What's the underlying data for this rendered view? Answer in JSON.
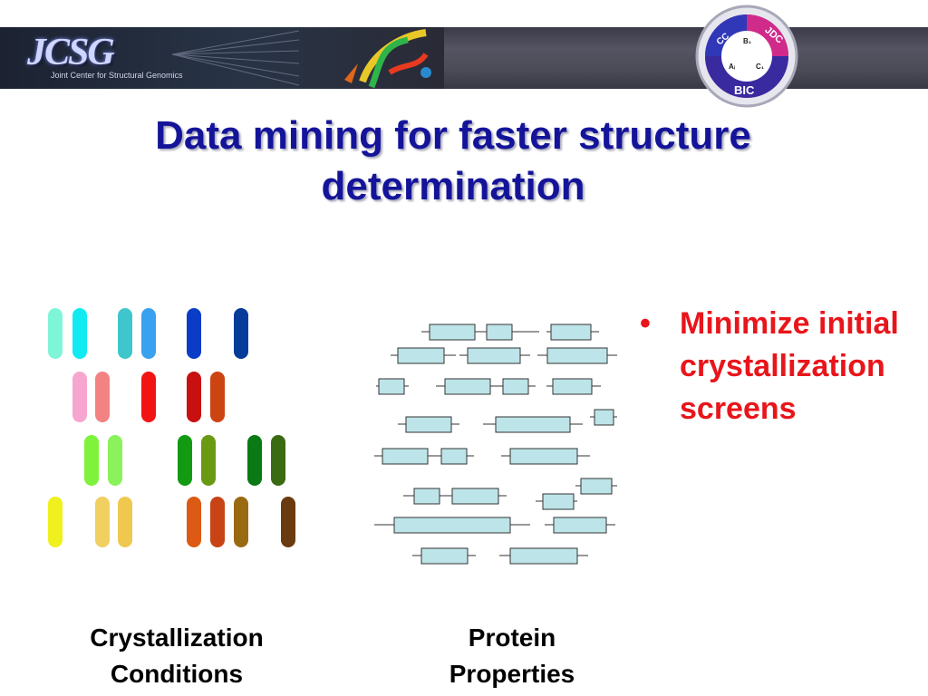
{
  "header": {
    "logo_text": "JCSG",
    "logo_subtitle": "Joint Center for Structural Genomics",
    "emblem_labels": [
      "CC",
      "B₁",
      "JDC",
      "Aᵢ",
      "C₁",
      "BIC"
    ]
  },
  "title": "Data mining for faster structure determination",
  "bullet": {
    "text": "Minimize initial crystallization screens",
    "color": "#e8151b"
  },
  "captions": {
    "crystallization": "Crystallization Conditions",
    "protein": "Protein Properties"
  },
  "colors": {
    "title": "#14149a",
    "tubes": [
      [
        "#7ff5d8",
        "#12eaf2",
        "#3fc6cc",
        "#3aa0f0",
        "#0a3cc8",
        "#053c9a"
      ],
      [
        "#f7a6d0",
        "#f38282",
        "#f21414",
        "#c81010",
        "#cc4412"
      ],
      [
        "#7ff23c",
        "#8af25a",
        "#119a12",
        "#6a9a14",
        "#0a7a14",
        "#3a6a12"
      ],
      [
        "#f0f01e",
        "#f0d060",
        "#f0c850",
        "#dc5a14",
        "#c84414",
        "#9a6a12",
        "#6a3a10"
      ]
    ],
    "box_fill": "#bde4e8"
  }
}
